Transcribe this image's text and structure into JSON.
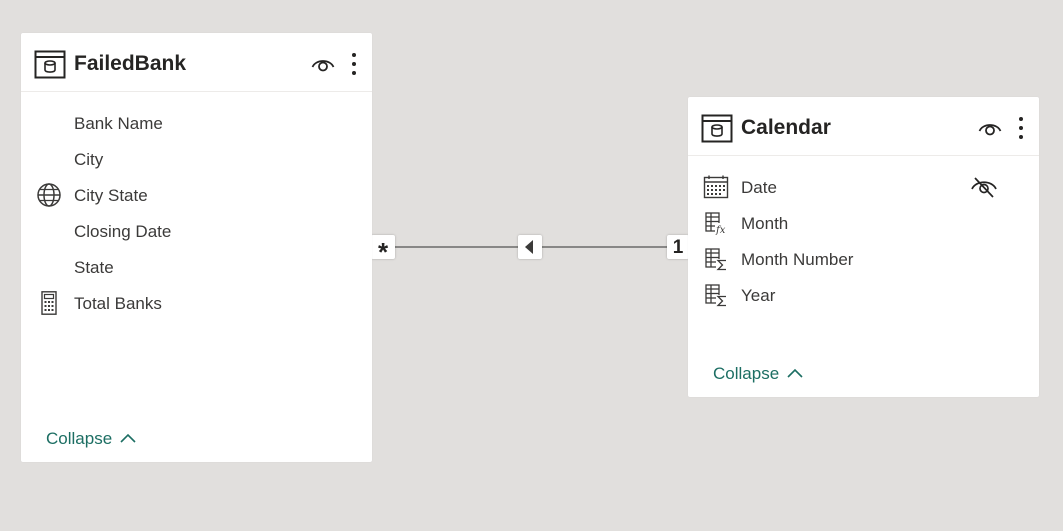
{
  "colors": {
    "canvas": "#e1dfdd",
    "card": "#ffffff",
    "accent": "#1c6e63",
    "text": "#252423"
  },
  "tables": {
    "failedbank": {
      "title": "FailedBank",
      "icon": "table-icon",
      "fields": [
        {
          "label": "Bank Name",
          "icon": ""
        },
        {
          "label": "City",
          "icon": ""
        },
        {
          "label": "City State",
          "icon": "globe-icon"
        },
        {
          "label": "Closing Date",
          "icon": ""
        },
        {
          "label": "State",
          "icon": ""
        },
        {
          "label": "Total Banks",
          "icon": "calculator-icon"
        }
      ],
      "collapse_label": "Collapse"
    },
    "calendar": {
      "title": "Calendar",
      "icon": "table-icon",
      "fields": [
        {
          "label": "Date",
          "icon": "calendar-icon",
          "hidden": true
        },
        {
          "label": "Month",
          "icon": "calculated-column-icon"
        },
        {
          "label": "Month Number",
          "icon": "sum-column-icon"
        },
        {
          "label": "Year",
          "icon": "sum-column-icon"
        }
      ],
      "collapse_label": "Collapse"
    }
  },
  "relationship": {
    "from": "FailedBank",
    "to": "Calendar",
    "many_label": "*",
    "one_label": "1",
    "direction_icon": "arrow-left-icon"
  }
}
